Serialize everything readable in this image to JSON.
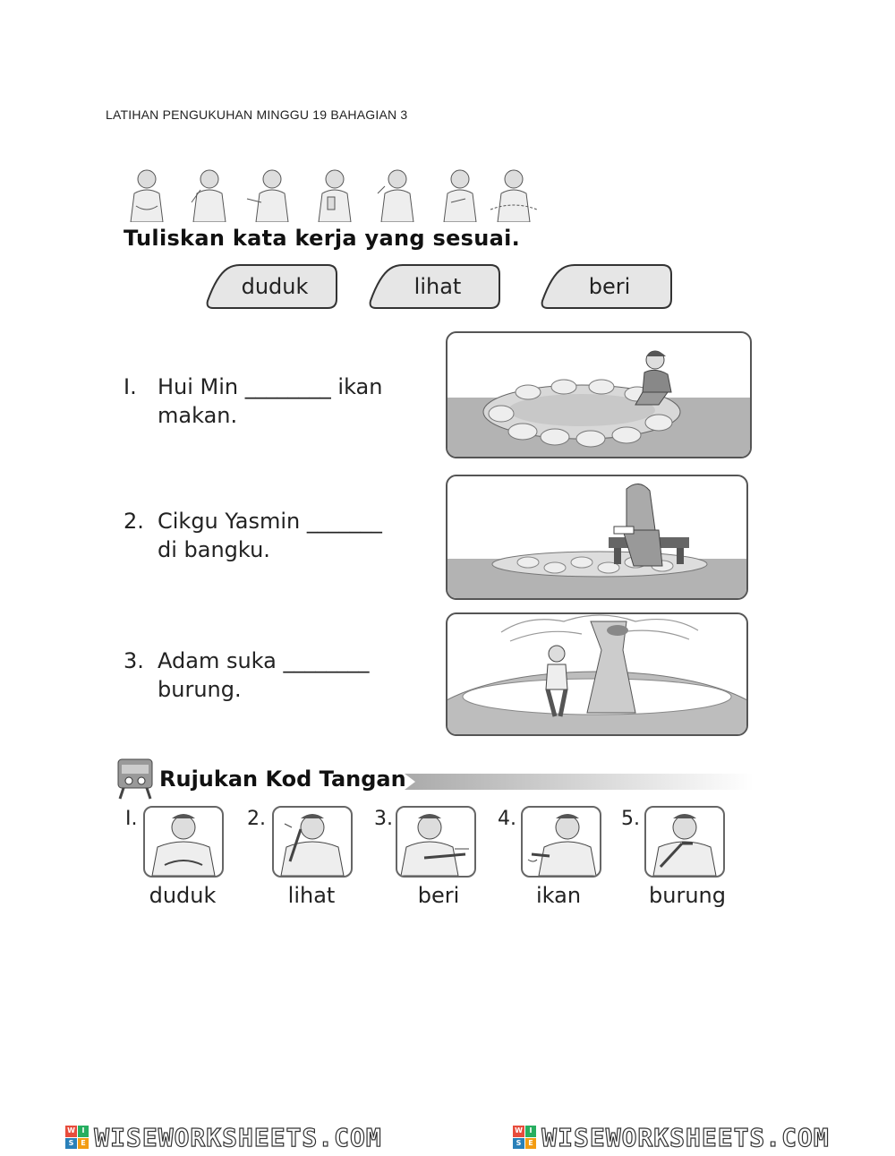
{
  "header": {
    "title": "LATIHAN PENGUKUHAN MINGGU 19 BAHAGIAN 3"
  },
  "instruction": "Tuliskan kata kerja yang sesuai.",
  "word_choices": [
    "duduk",
    "lihat",
    "beri"
  ],
  "questions": [
    {
      "number": "I.",
      "line1": "Hui Min ________ ikan",
      "line2": "makan."
    },
    {
      "number": "2.",
      "line1": "Cikgu Yasmin _______",
      "line2": "di bangku."
    },
    {
      "number": "3.",
      "line1": "Adam suka ________",
      "line2": "burung."
    }
  ],
  "reference": {
    "title": "Rujukan Kod Tangan",
    "items": [
      {
        "number": "I.",
        "word": "duduk"
      },
      {
        "number": "2.",
        "word": "lihat"
      },
      {
        "number": "3.",
        "word": "beri"
      },
      {
        "number": "4.",
        "word": "ikan"
      },
      {
        "number": "5.",
        "word": "burung"
      }
    ]
  },
  "footer": {
    "watermark_1": "WISEWORKSHEETS.COM",
    "watermark_2": "WISEWORKSHEETS.COM",
    "logo_letters": [
      "W",
      "I",
      "S",
      "E"
    ],
    "logo_colors": [
      "#e74c3c",
      "#27ae60",
      "#2980b9",
      "#f39c12"
    ]
  }
}
